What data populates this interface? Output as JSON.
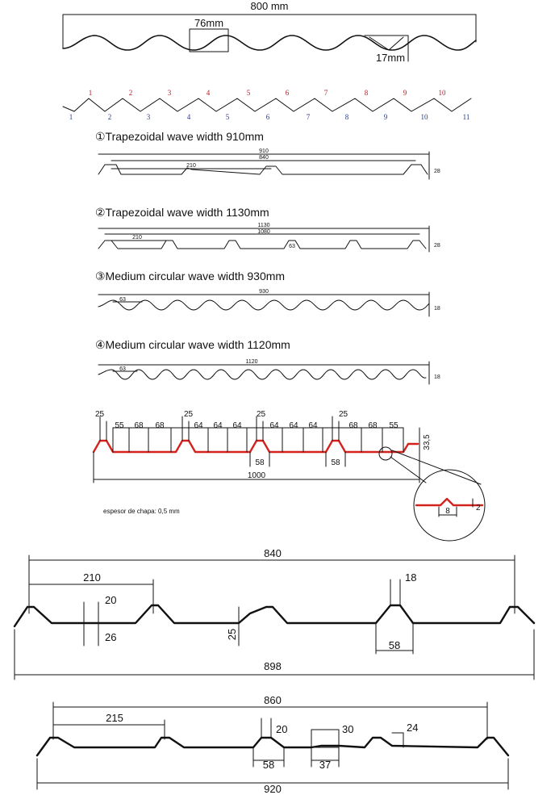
{
  "top_profile": {
    "overall": "800 mm",
    "pitch": "76mm",
    "height": "17mm"
  },
  "numbering": {
    "upper": [
      "1",
      "2",
      "3",
      "4",
      "5",
      "6",
      "7",
      "8",
      "9",
      "10"
    ],
    "lower": [
      "1",
      "2",
      "3",
      "4",
      "5",
      "6",
      "7",
      "8",
      "9",
      "10",
      "11"
    ]
  },
  "profiles": [
    {
      "title": "①Trapezoidal wave width 910mm",
      "dims": [
        "910",
        "840",
        "210",
        "28"
      ]
    },
    {
      "title": "②Trapezoidal wave width 1130mm",
      "dims": [
        "1130",
        "1080",
        "210",
        "63",
        "28"
      ]
    },
    {
      "title": "③Medium circular wave width 930mm",
      "dims": [
        "930",
        "63",
        "18"
      ]
    },
    {
      "title": "④Medium circular wave width 1120mm",
      "dims": [
        "1120",
        "63",
        "18"
      ]
    }
  ],
  "red_profile": {
    "top_dims": [
      "25",
      "55",
      "68",
      "68",
      "25",
      "64",
      "64",
      "64",
      "25",
      "64",
      "64",
      "64",
      "25",
      "68",
      "68",
      "55"
    ],
    "height": "33,5",
    "valleys": [
      "58",
      "58"
    ],
    "total": "1000",
    "detail": [
      "8",
      "2"
    ],
    "note": "espesor de chapa: 0,5 mm"
  },
  "profile_840": {
    "dims": [
      "840",
      "210",
      "20",
      "26",
      "25",
      "18",
      "58",
      "898"
    ]
  },
  "profile_920": {
    "dims": [
      "860",
      "215",
      "20",
      "30",
      "24",
      "58",
      "37",
      "920"
    ]
  }
}
